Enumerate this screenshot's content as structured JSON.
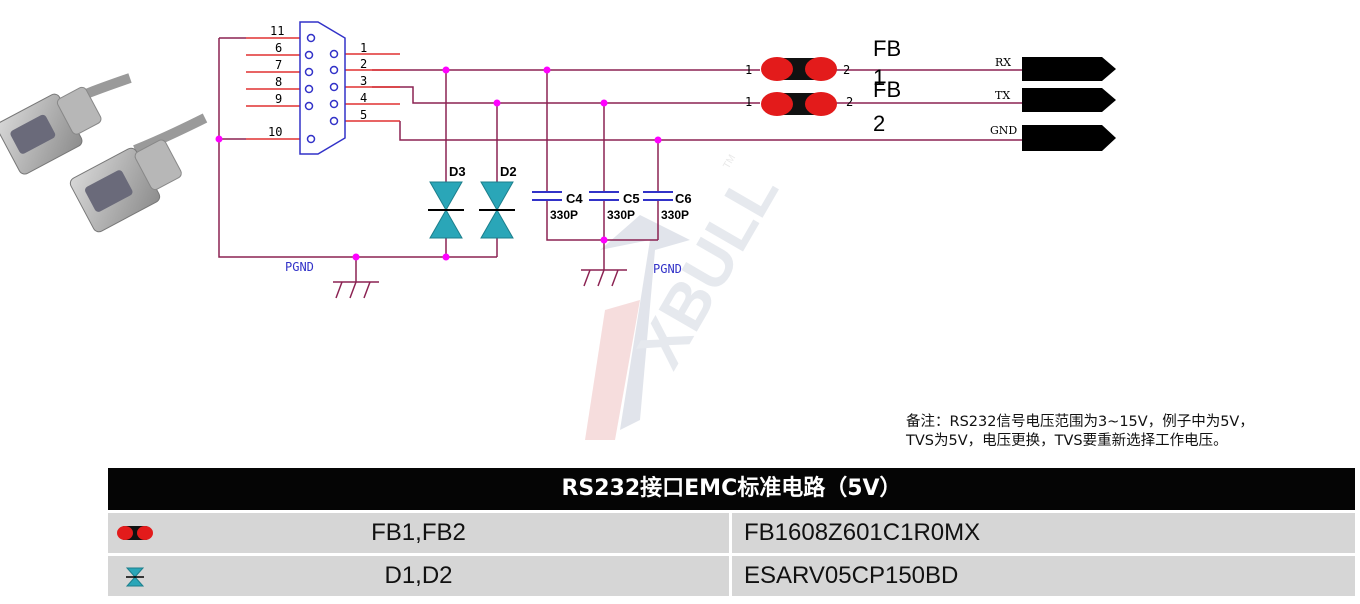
{
  "schematic": {
    "connector_pins_left": [
      "11",
      "6",
      "7",
      "8",
      "9",
      "10"
    ],
    "connector_pins_right": [
      "1",
      "2",
      "3",
      "4",
      "5"
    ],
    "diodes": [
      {
        "ref": "D3"
      },
      {
        "ref": "D2"
      }
    ],
    "capacitors": [
      {
        "ref": "C4",
        "value": "330P"
      },
      {
        "ref": "C5",
        "value": "330P"
      },
      {
        "ref": "C6",
        "value": "330P"
      }
    ],
    "ground_labels": [
      "PGND",
      "PGND"
    ],
    "ferrite_beads": [
      {
        "label_a": "FB",
        "label_b": "1",
        "pin1": "1",
        "pin2": "2"
      },
      {
        "label_a": "FB",
        "label_b": "2",
        "pin1": "1",
        "pin2": "2"
      }
    ],
    "nets": [
      "RX",
      "TX",
      "GND"
    ],
    "watermark": "XBULL",
    "watermark_tm": "TM"
  },
  "note": {
    "line1": "备注：RS232信号电压范围为3~15V，例子中为5V，",
    "line2": "TVS为5V，电压更换，TVS要重新选择工作电压。"
  },
  "bom": {
    "title": "RS232接口EMC标准电路（5V）",
    "rows": [
      {
        "icon": "ferrite-bead-icon",
        "refs": "FB1,FB2",
        "part": "FB1608Z601C1R0MX"
      },
      {
        "icon": "tvs-diode-icon",
        "refs": "D1,D2",
        "part": "ESARV05CP150BD"
      }
    ]
  },
  "colors": {
    "wire": "#8b2252",
    "pin_stub": "#e03030",
    "junction": "#ff00ff",
    "connector": "#3232c8",
    "diode": "#2aa6b8",
    "bead": "#e31b1b"
  }
}
